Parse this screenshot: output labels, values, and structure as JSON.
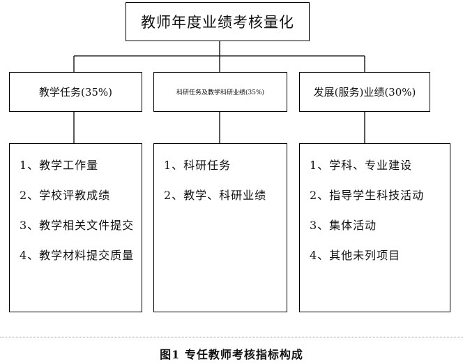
{
  "root": {
    "label": "教师年度业绩考核量化"
  },
  "branches": [
    {
      "header": "教学任务(35%)",
      "items": [
        "1、教学工作量",
        "2、学校评教成绩",
        "3、教学相关文件提交",
        "4、教学材料提交质量"
      ]
    },
    {
      "header": "科研任务及教学科研业绩(35%)",
      "items": [
        "1、科研任务",
        "2、教学、科研业绩"
      ]
    },
    {
      "header": "发展(服务)业绩(30%)",
      "items": [
        "1、学科、专业建设",
        "2、指导学生科技活动",
        "3、集体活动",
        "4、其他未列项目"
      ]
    }
  ],
  "caption": "图1  专任教师考核指标构成"
}
